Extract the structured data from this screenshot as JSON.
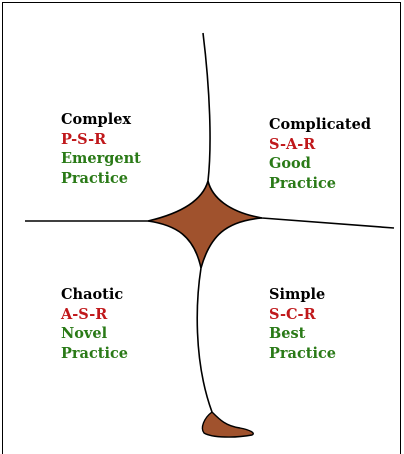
{
  "colors": {
    "domain": "#000000",
    "framework": "#c0181b",
    "practice": "#2a7a17",
    "center_fill": "#a0522d",
    "line": "#000000"
  },
  "quadrants": {
    "complex": {
      "domain": "Complex",
      "framework": "P-S-R",
      "practice_line1": "Emergent",
      "practice_line2": "Practice"
    },
    "complicated": {
      "domain": "Complicated",
      "framework": "S-A-R",
      "practice_line1": "Good",
      "practice_line2": "Practice"
    },
    "chaotic": {
      "domain": "Chaotic",
      "framework": "A-S-R",
      "practice_line1": "Novel",
      "practice_line2": "Practice"
    },
    "simple": {
      "domain": "Simple",
      "framework": "S-C-R",
      "practice_line1": "Best",
      "practice_line2": "Practice"
    }
  }
}
